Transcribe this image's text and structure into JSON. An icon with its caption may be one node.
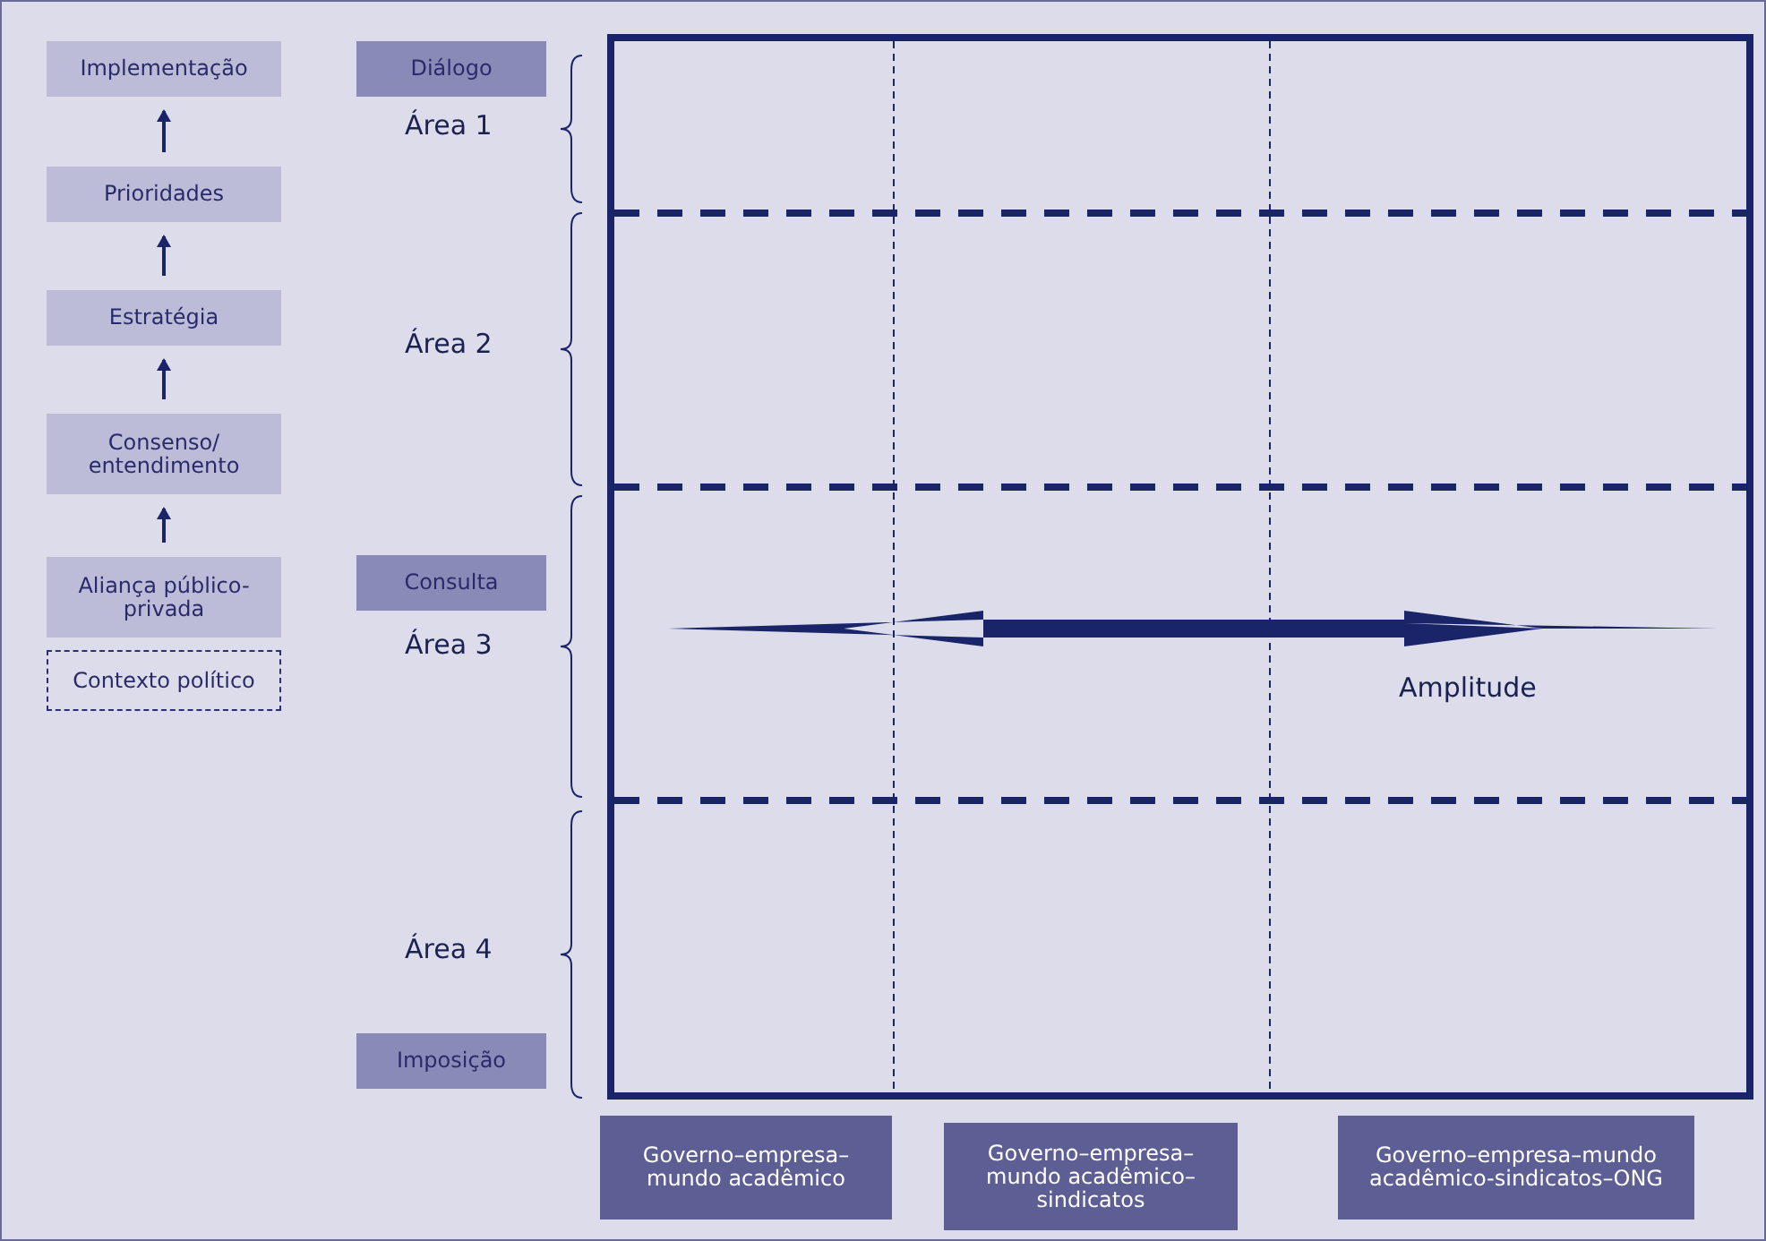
{
  "diagram": {
    "nodes": [
      {
        "text": [
          "Implementação"
        ]
      },
      {
        "text": [
          "Prioridades"
        ]
      },
      {
        "text": [
          "Estratégia"
        ]
      },
      {
        "text": [
          "Consenso/ entendimento"
        ]
      },
      {
        "text": [
          "Aliança público-privada"
        ]
      },
      {
        "text": [
          "Contexto político"
        ]
      },
      {
        "text": [
          "Diálogo"
        ]
      },
      {
        "text": [
          "Consulta"
        ]
      },
      {
        "text": [
          "Imposição"
        ]
      },
      {
        "text": [
          "Governo–empresa–mundo acadêmico"
        ]
      },
      {
        "text": [
          "Governo–empresa–mundo acadêmico–sindicatos"
        ]
      },
      {
        "text": [
          "Governo–empresa–mundo acadêmico-sindicatos–ONG"
        ]
      }
    ],
    "edges": [
      {
        "from": 4,
        "to": 3,
        "arrow": "to"
      },
      {
        "from": 3,
        "to": 2,
        "arrow": "to"
      },
      {
        "from": 2,
        "to": 1,
        "arrow": "to"
      },
      {
        "from": 1,
        "to": 0,
        "arrow": "to"
      }
    ],
    "labels": [
      "Área 1",
      "Área 2",
      "Área 3",
      "Área 4",
      "Amplitude"
    ]
  }
}
